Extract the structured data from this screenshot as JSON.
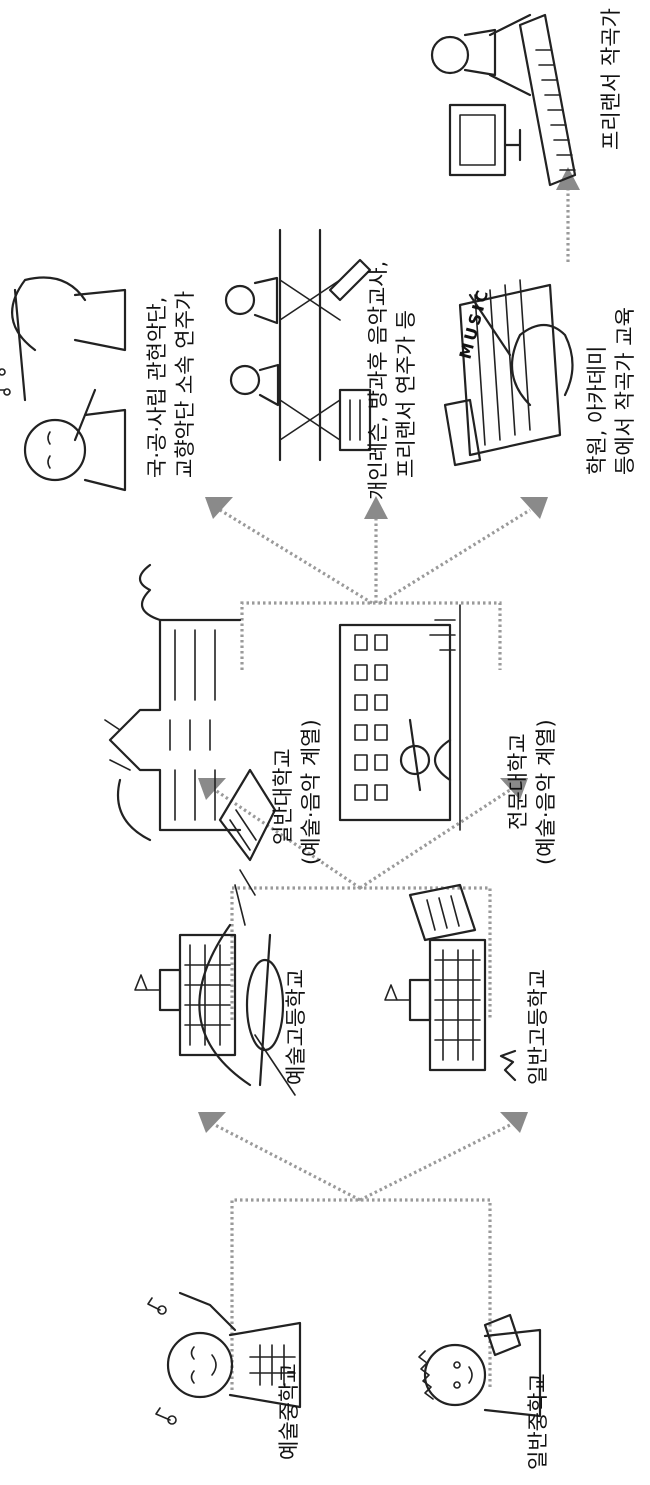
{
  "stage1": {
    "arts_middle": "예술중학교",
    "general_middle": "일반중학교"
  },
  "stage2": {
    "arts_high": "예술고등학교",
    "general_high": "일반고등학교"
  },
  "stage3": {
    "university_line1": "일반대학교",
    "university_line2": "(예술·음악 계열)",
    "college_line1": "전문대학교",
    "college_line2": "(예술·음악 계열)"
  },
  "stage4": {
    "orchestra_line1": "국·공·사립 관현악단,",
    "orchestra_line2": "교향악단 소속 연주가",
    "teacher_line1": "개인레슨, 방과후 음악교사,",
    "teacher_line2": "프리랜서 연주가 등",
    "academy_line1": "학원, 아카데미",
    "academy_line2": "등에서 작곡가 교육"
  },
  "stage5": {
    "freelance_composer": "프리랜서 작곡가"
  },
  "music_sign": "MUSIC",
  "colors": {
    "connector": "#9a9a9a",
    "arrow": "#8a8a8a",
    "ink": "#222222"
  }
}
